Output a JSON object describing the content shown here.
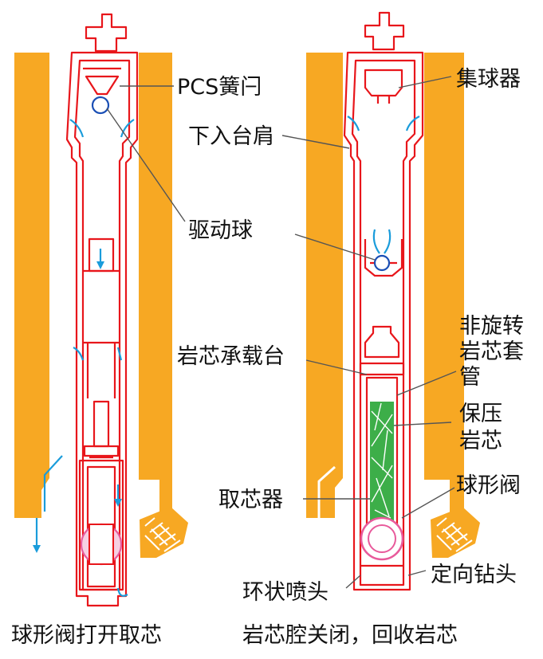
{
  "labels": {
    "pcs_valve": "PCS簧闩",
    "ball_catcher": "集球器",
    "landing_shoulder": "下入台肩",
    "drive_ball": "驱动球",
    "core_support": "岩芯承载台",
    "core_sleeve_1": "非旋转",
    "core_sleeve_2": "岩芯套",
    "core_sleeve_3": "管",
    "pressure_core_1": "保压",
    "pressure_core_2": "岩芯",
    "core_barrel": "取芯器",
    "ball_valve": "球形阀",
    "ring_nozzle": "环状喷头",
    "directional_bit": "定向钻头"
  },
  "captions": {
    "left": "球形阀打开取芯",
    "right": "岩芯腔关闭，回收岩芯"
  },
  "colors": {
    "casing": "#F7A823",
    "tool_outline": "#E8161B",
    "flow_arrow": "#1A9CDB",
    "core": "#3DAE49",
    "ball_valve": "#E85A9B",
    "leader": "#555555"
  }
}
